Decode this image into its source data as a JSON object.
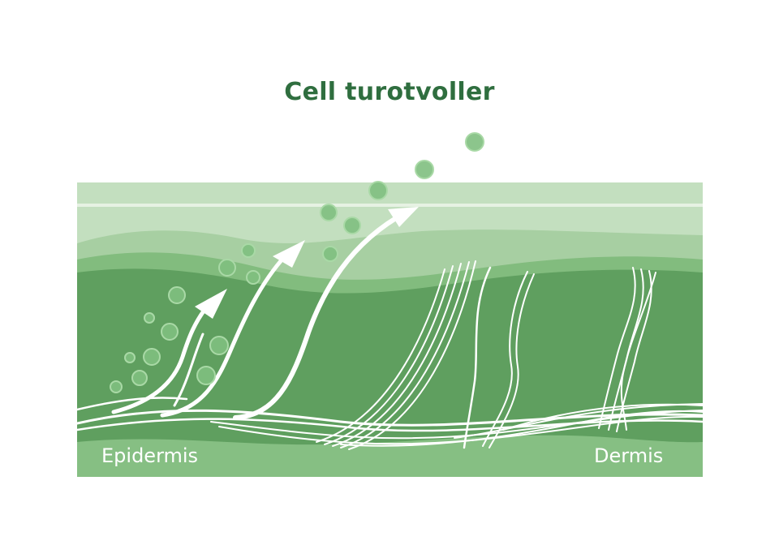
{
  "title": "Cell turotvoller",
  "labels": {
    "left": "Epidermis",
    "right": "Dermis"
  },
  "colors": {
    "title": "#2f6e3f",
    "top_band": "#c3dfbf",
    "upper_layer": "#a7cfa2",
    "middle_layer": "#82bc7e",
    "deep_layer": "#5f9f5f",
    "bottom_band": "#86bf83",
    "strands": "#ffffff",
    "bubble_fill": "#7fbf80",
    "bubble_stroke": "#a9d9a6",
    "label_text": "#ffffff"
  },
  "icons": {
    "arrows": "upward-arrow-icon",
    "bubbles": "cell-bubble-icon",
    "fibers": "collagen-fiber-icon"
  }
}
